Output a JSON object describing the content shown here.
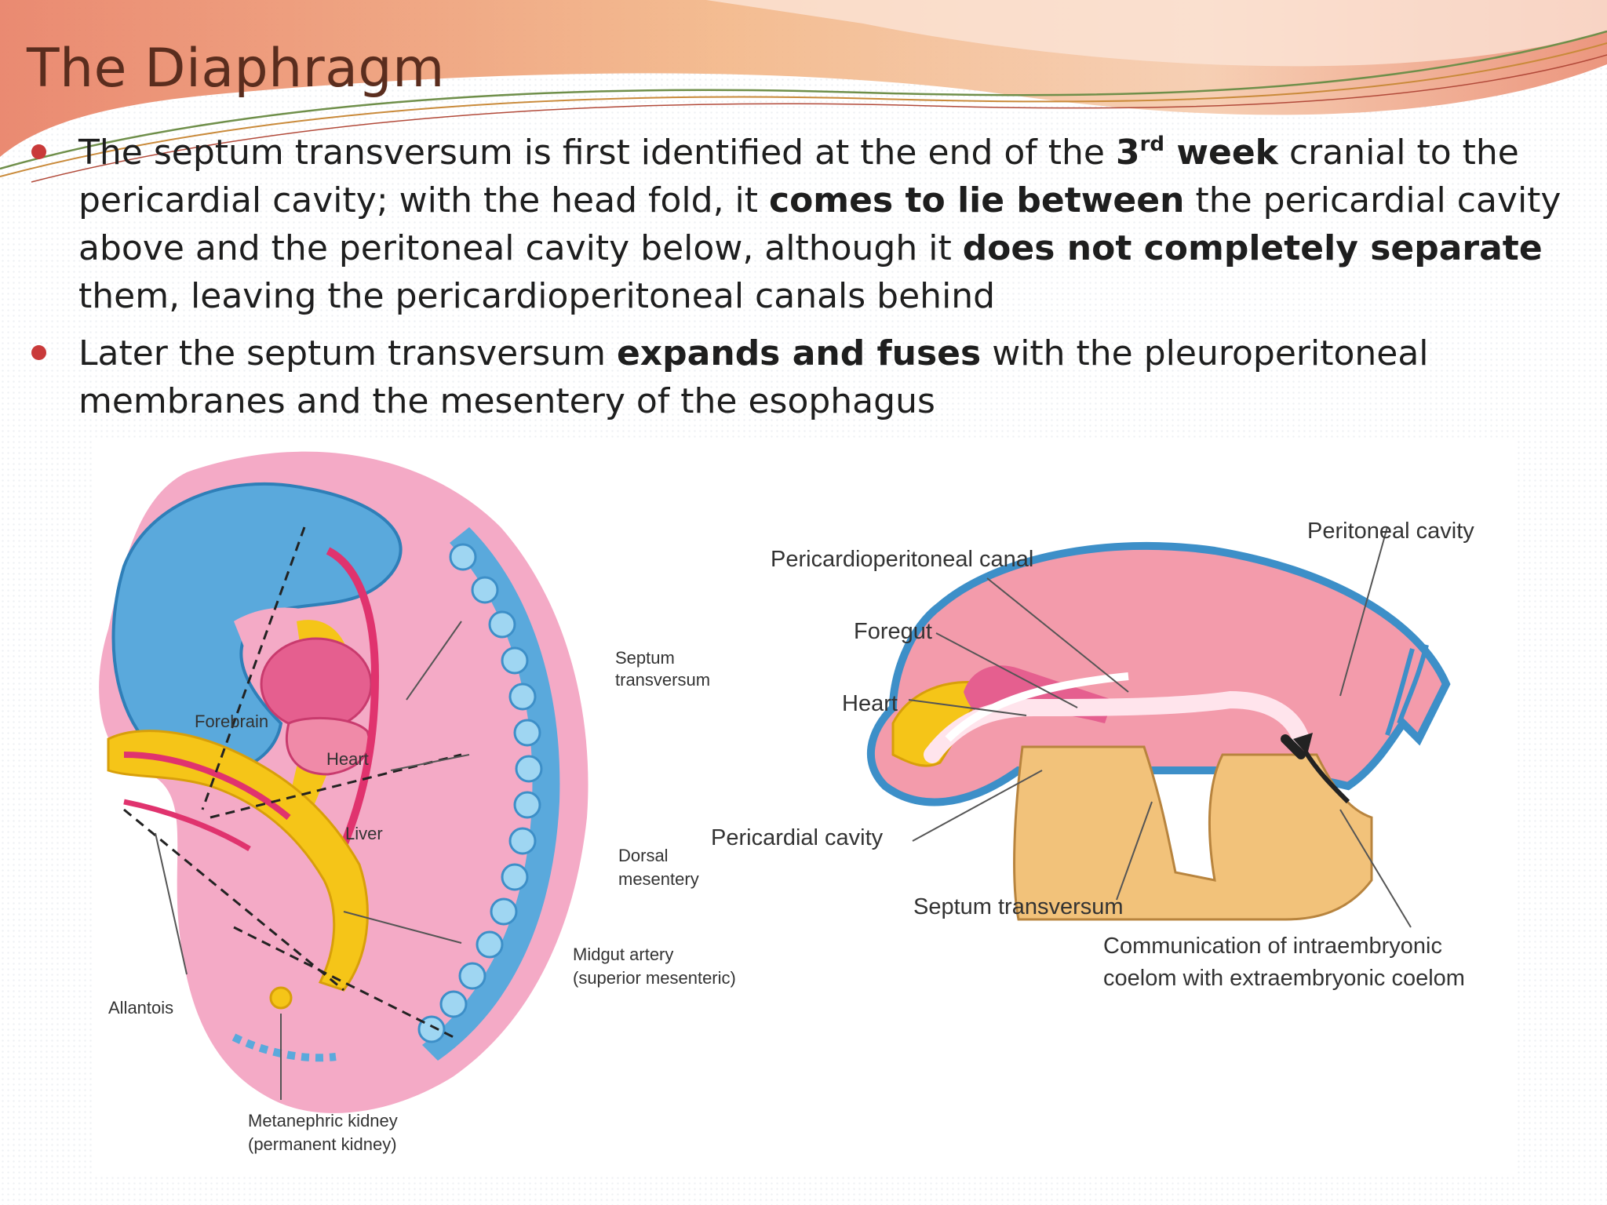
{
  "slide": {
    "title": "The Diaphragm",
    "accent_color": "#c93a3a",
    "bullets": [
      {
        "t1": "The septum transversum is first identified at the end of the ",
        "b1_main": "3",
        "b1_sup": "rd",
        "b1_tail": " week",
        "t2": " cranial to the pericardial cavity; with the head fold, it ",
        "b2": "comes to lie between",
        "t3": " the pericardial cavity above and the peritoneal cavity below, although it ",
        "b3": "does not completely separate",
        "t4": " them, leaving the pericardioperitoneal canals behind"
      },
      {
        "t1": "Later the septum transversum ",
        "b1": "expands and fuses",
        "t2": " with the pleuroperitoneal membranes and the mesentery of the esophagus"
      }
    ]
  },
  "figure_left": {
    "labels": {
      "forebrain": "Forebrain",
      "heart": "Heart",
      "liver": "Liver",
      "septum_1": "Septum",
      "septum_2": "transversum",
      "dorsal_1": "Dorsal",
      "dorsal_2": "mesentery",
      "midgut_1": "Midgut artery",
      "midgut_2": "(superior mesenteric)",
      "allantois": "Allantois",
      "kidney_1": "Metanephric kidney",
      "kidney_2": "(permanent kidney)"
    }
  },
  "figure_right": {
    "labels": {
      "peritoneal": "Peritoneal cavity",
      "pp_canal": "Pericardioperitoneal canal",
      "foregut": "Foregut",
      "heart": "Heart",
      "pericardial": "Pericardial cavity",
      "septum": "Septum transversum",
      "comm_1": "Communication of intraembryonic",
      "comm_2": "coelom with extraembryonic coelom"
    }
  }
}
